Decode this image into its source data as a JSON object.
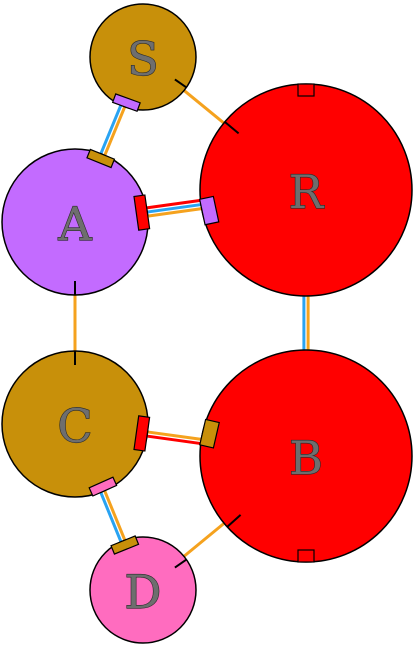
{
  "diagram": {
    "background": "#ffffff",
    "colors": {
      "red": "#ff0000",
      "gold": "#c8900a",
      "violet": "#c36bff",
      "pink": "#ff6cbf",
      "orange": "#f5a21e",
      "blue": "#29a3f2"
    },
    "nodes": [
      {
        "id": "S",
        "label": "S",
        "color": "#c8900a"
      },
      {
        "id": "R",
        "label": "R",
        "color": "#ff0000"
      },
      {
        "id": "A",
        "label": "A",
        "color": "#c36bff"
      },
      {
        "id": "C",
        "label": "C",
        "color": "#c8900a"
      },
      {
        "id": "B",
        "label": "B",
        "color": "#ff0000"
      },
      {
        "id": "D",
        "label": "D",
        "color": "#ff6cbf"
      }
    ],
    "edges": [
      {
        "from": "S",
        "to": "A",
        "colors": [
          "#f5a21e",
          "#29a3f2"
        ]
      },
      {
        "from": "S",
        "to": "R",
        "colors": [
          "#f5a21e"
        ]
      },
      {
        "from": "A",
        "to": "R",
        "colors": [
          "#ff0000",
          "#29a3f2",
          "#f5a21e"
        ]
      },
      {
        "from": "A",
        "to": "C",
        "colors": [
          "#f5a21e"
        ]
      },
      {
        "from": "R",
        "to": "B",
        "colors": [
          "#f5a21e",
          "#29a3f2"
        ]
      },
      {
        "from": "C",
        "to": "B",
        "colors": [
          "#f5a21e",
          "#ff0000"
        ]
      },
      {
        "from": "C",
        "to": "D",
        "colors": [
          "#f5a21e",
          "#29a3f2"
        ]
      },
      {
        "from": "D",
        "to": "B",
        "colors": [
          "#f5a21e"
        ]
      }
    ]
  }
}
